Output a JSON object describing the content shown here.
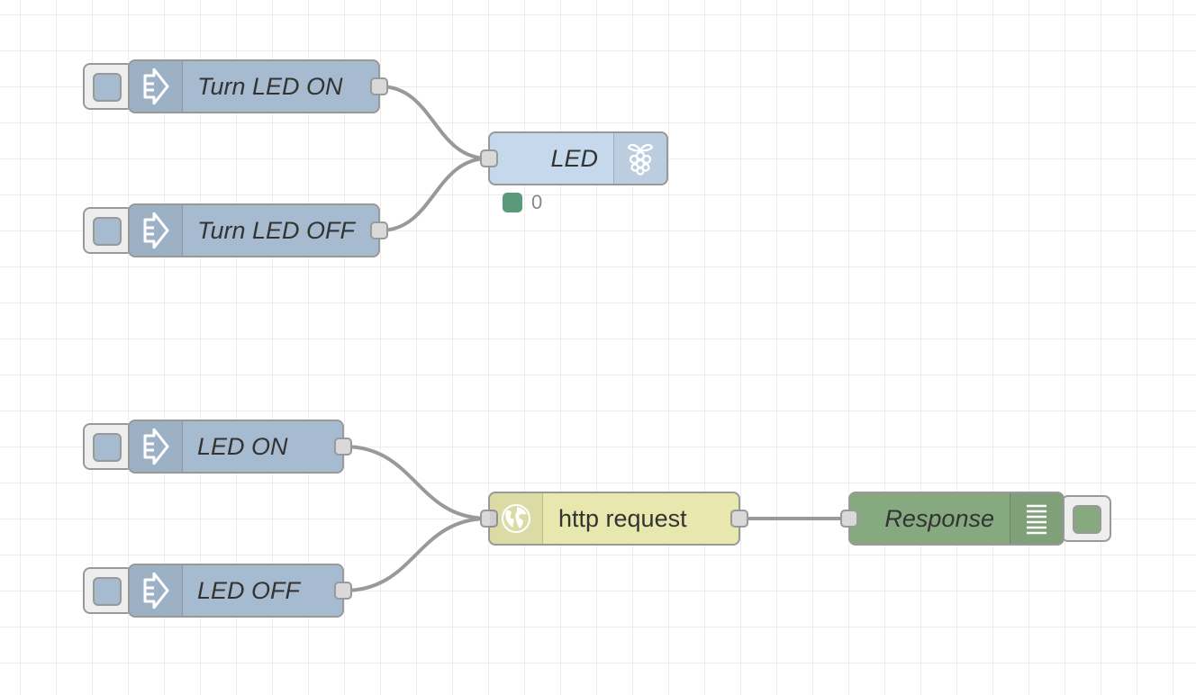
{
  "flow": {
    "nodes": {
      "turn_led_on": {
        "label": "Turn LED ON",
        "icon": "arrow-in-icon"
      },
      "turn_led_off": {
        "label": "Turn LED OFF",
        "icon": "arrow-in-icon"
      },
      "led": {
        "label": "LED",
        "icon": "raspberry-pi-icon",
        "status": "0"
      },
      "led_on": {
        "label": "LED ON",
        "icon": "arrow-in-icon"
      },
      "led_off": {
        "label": "LED OFF",
        "icon": "arrow-in-icon"
      },
      "http_request": {
        "label": "http request",
        "icon": "globe-icon"
      },
      "response": {
        "label": "Response",
        "icon": "debug-list-icon"
      }
    },
    "colors": {
      "inject": "#a6bbcf",
      "gpio": "#c6d8eb",
      "http": "#e7e7ae",
      "debug": "#87a980",
      "wire": "#999999",
      "status_dot": "#5a9a7a"
    }
  }
}
